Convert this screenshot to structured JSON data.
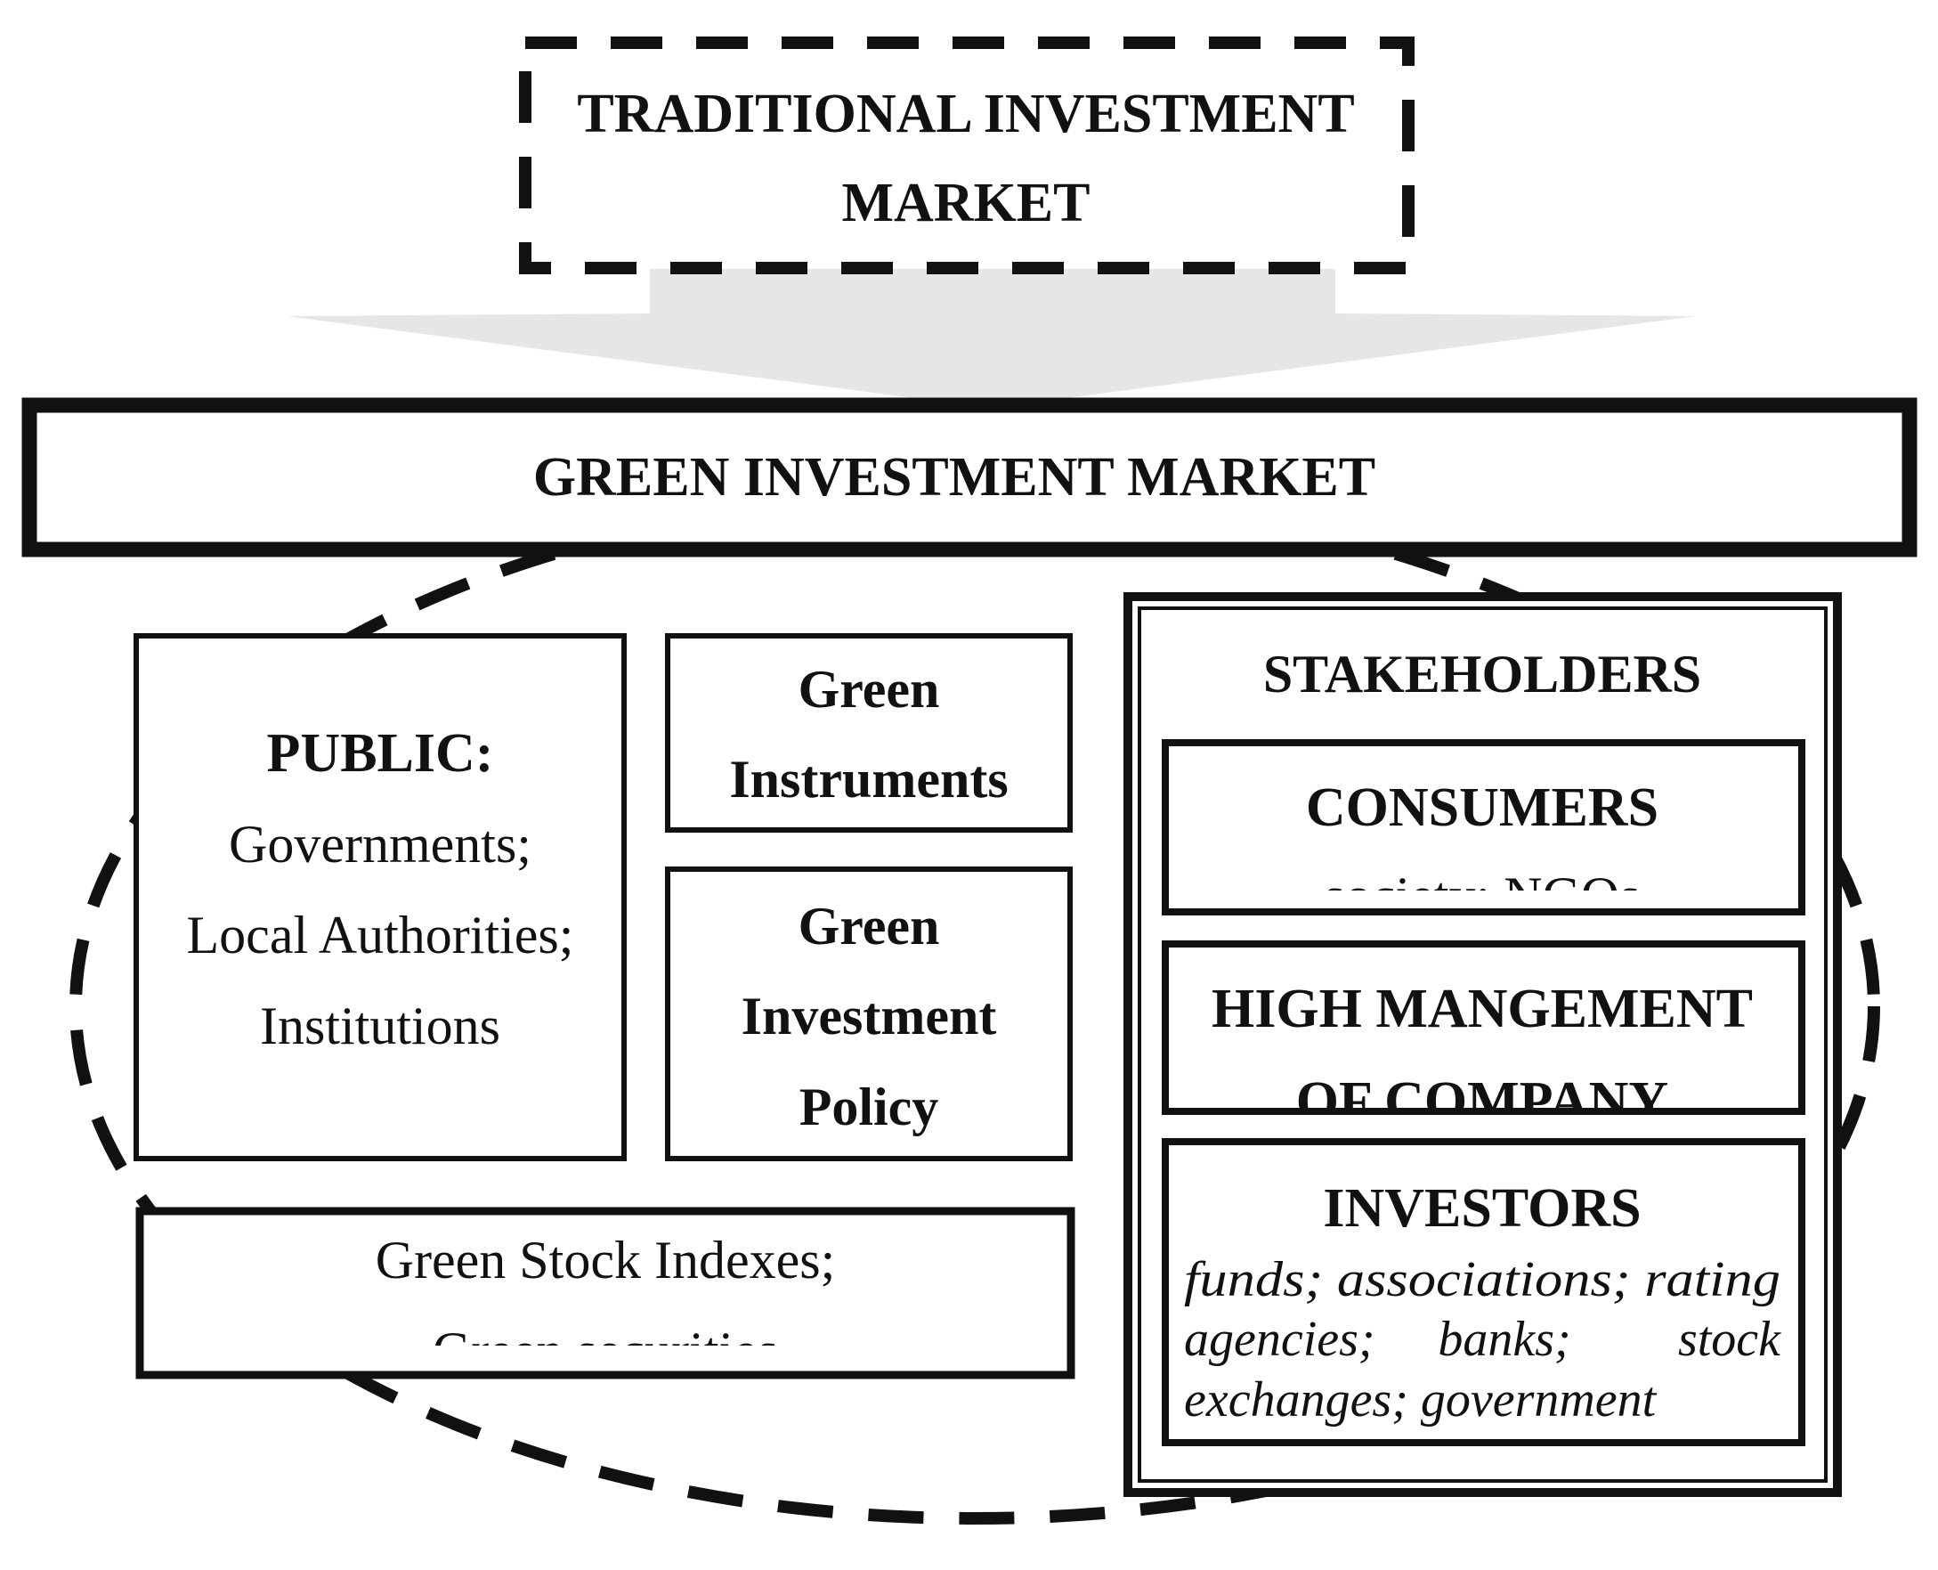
{
  "colors": {
    "stroke": "#111111",
    "arrow_fill": "#e6e6e6",
    "background": "#ffffff"
  },
  "traditional_market": {
    "line1": "TRADITIONAL INVESTMENT",
    "line2": "MARKET"
  },
  "green_market": {
    "title": "GREEN INVESTMENT MARKET"
  },
  "public": {
    "heading": "PUBLIC:",
    "line1": "Governments;",
    "line2": "Local Authorities;",
    "line3": "Institutions"
  },
  "green_instruments": {
    "line1": "Green",
    "line2": "Instruments"
  },
  "green_policy": {
    "line1": "Green",
    "line2": "Investment",
    "line3": "Policy"
  },
  "green_indexes": {
    "line1": "Green Stock Indexes;",
    "line2_partial": "Green securities"
  },
  "stakeholders": {
    "title": "STAKEHOLDERS",
    "consumers": {
      "title": "CONSUMERS",
      "subtitle_partial": "society; NGOs"
    },
    "management": {
      "line1": "HIGH MANGEMENT",
      "line2_partial": "OF COMPANY"
    },
    "investors": {
      "title": "INVESTORS",
      "line1": "funds; associations; rating",
      "line2_word1": "agencies;",
      "line2_word2": "banks;",
      "line2_word3": "stock",
      "line3": "exchanges; government"
    }
  }
}
